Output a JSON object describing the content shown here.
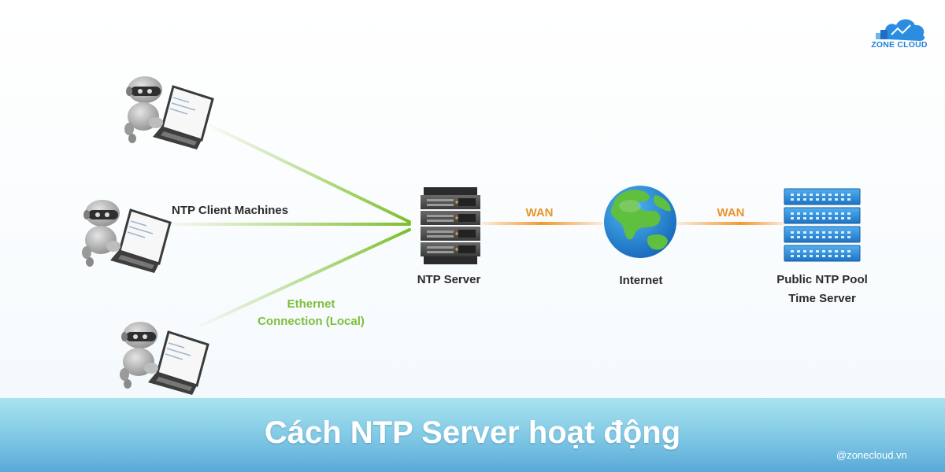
{
  "logo": {
    "text": "ZONE CLOUD"
  },
  "nodes": {
    "clients": "NTP Client Machines",
    "ethernet_line1": "Ethernet",
    "ethernet_line2": "Connection (Local)",
    "ntp_server": "NTP Server",
    "wan_left": "WAN",
    "internet": "Internet",
    "wan_right": "WAN",
    "pool_line1": "Public NTP Pool",
    "pool_line2": "Time Server"
  },
  "banner": {
    "title": "Cách NTP Server hoạt động",
    "handle": "@zonecloud.vn"
  },
  "colors": {
    "local_link": "#8cc63f",
    "wan_link": "#f39a2e",
    "server_dark": "#4a4a4a",
    "pool_blue": "#2d8fd8",
    "banner": "#7ec7e4"
  }
}
